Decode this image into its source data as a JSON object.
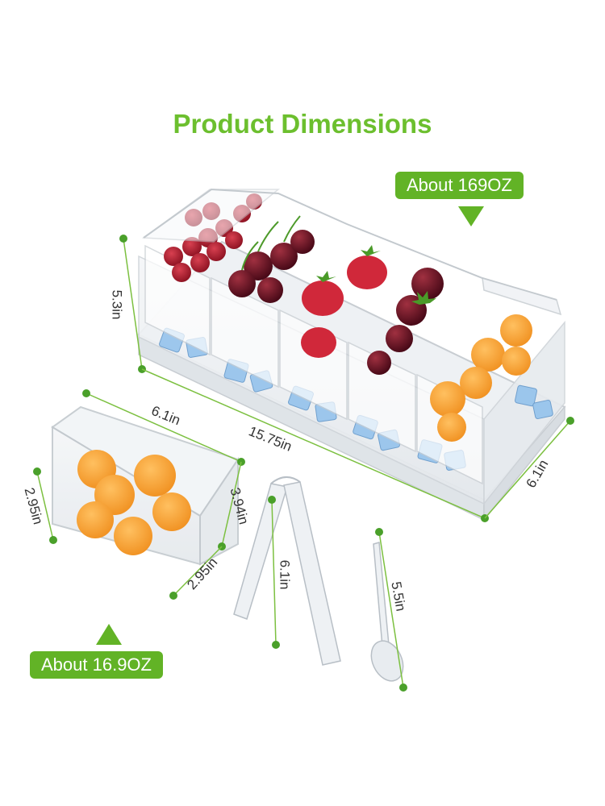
{
  "title": "Product Dimensions",
  "badges": {
    "large_capacity": "About 169OZ",
    "small_capacity": "About 16.9OZ"
  },
  "dimensions": {
    "main_height": "5.3in",
    "main_length": "15.75in",
    "main_depth": "6.1in",
    "cup_width": "6.1in",
    "cup_height_left": "2.95in",
    "cup_height_right": "3.94in",
    "cup_depth": "2.95in",
    "tongs_length": "6.1in",
    "spoon_length": "5.5in"
  },
  "colors": {
    "accent_green": "#62b326",
    "title_green": "#6cbf2e",
    "fruit_orange": "#f7a53a",
    "berry_red": "#b8202c",
    "ice_blue": "#7fb6e8"
  },
  "icons": {
    "down_arrow": "triangle-down",
    "up_arrow": "triangle-up"
  }
}
